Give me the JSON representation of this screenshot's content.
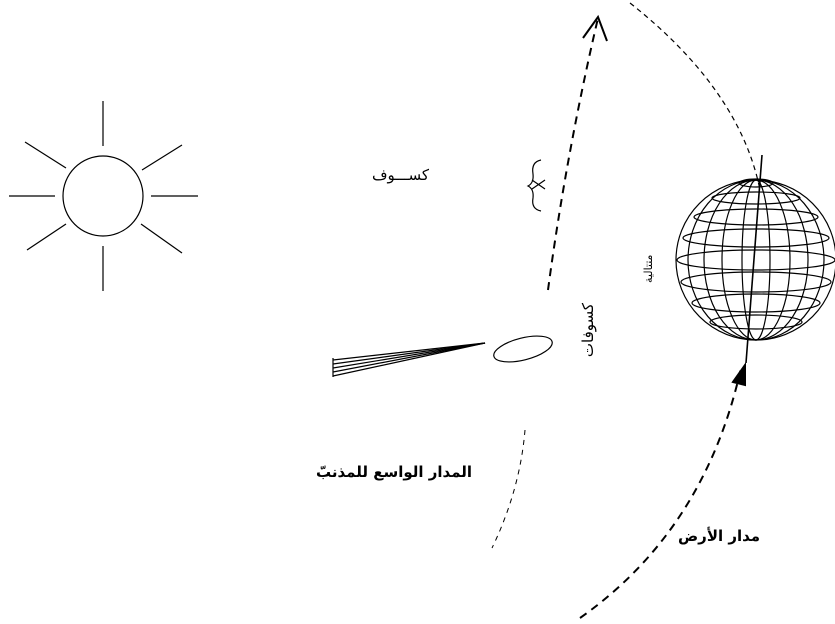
{
  "labels": {
    "eclipse": "كســـوف",
    "eclipses": "كسوفات",
    "small_note": "متتالية",
    "comet_orbit": "المدار الواسع للمذنبّ",
    "earth_orbit": "مدار الأرض"
  },
  "colors": {
    "stroke": "#000000",
    "background": "#ffffff"
  },
  "icons": [
    "sun-icon",
    "globe-icon",
    "comet-icon"
  ]
}
